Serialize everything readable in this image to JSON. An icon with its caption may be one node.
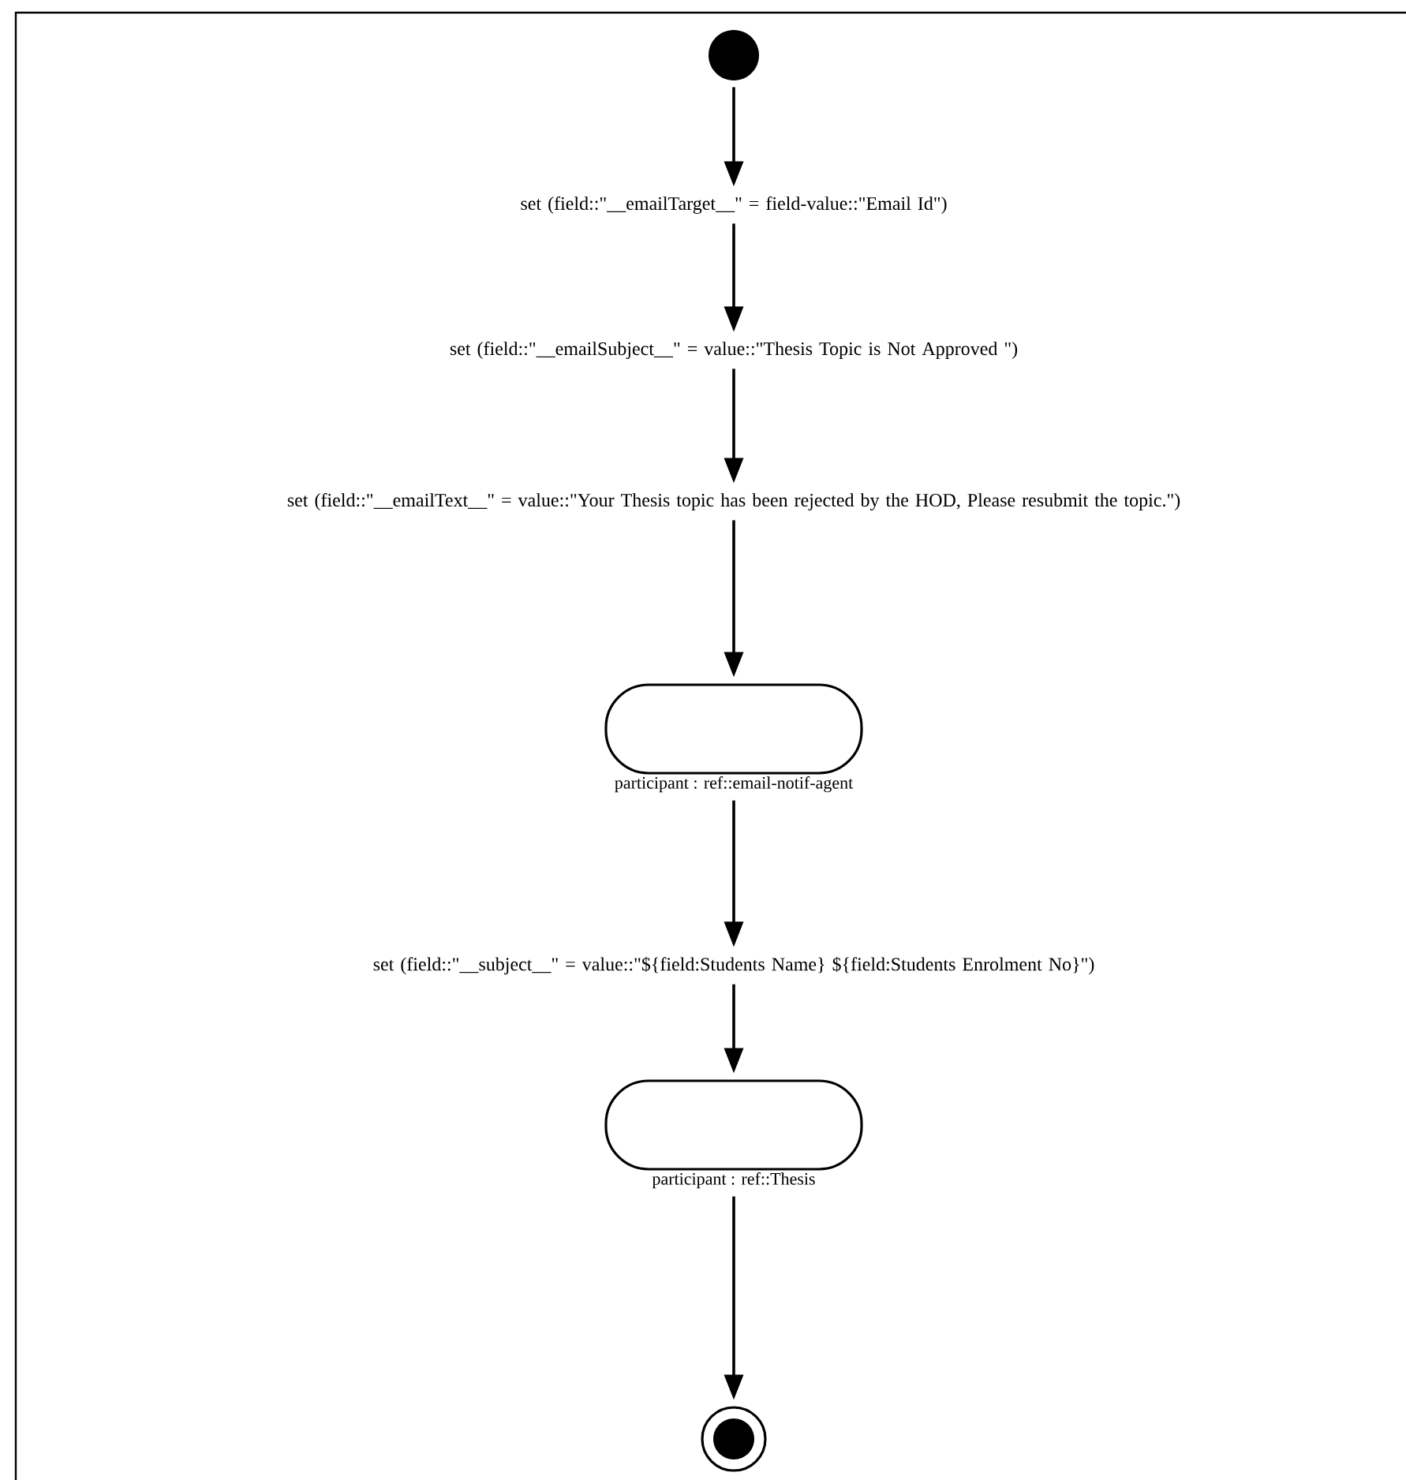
{
  "diagram": {
    "nodes": [
      {
        "text": [],
        "shape": "circle"
      },
      {
        "text": [
          "set (field::\"__emailTarget__\" = field-value::\"Email Id\")"
        ]
      },
      {
        "text": [
          "set (field::\"__emailSubject__\" = value::\"Thesis Topic is Not Approved \")"
        ]
      },
      {
        "text": [
          "set (field::\"__emailText__\" = value::\"Your Thesis topic has been rejected by the HOD, Please resubmit the topic.\")"
        ]
      },
      {
        "text": [],
        "shape": "box",
        "beside": [
          "participant : ref::email-notif-agent"
        ]
      },
      {
        "text": [
          "set (field::\"__subject__\" = value::\"${field:Students Name} ${field:Students Enrolment No}\")"
        ]
      },
      {
        "text": [],
        "shape": "box",
        "beside": [
          "participant : ref::Thesis"
        ]
      },
      {
        "text": [],
        "shape": "circle"
      }
    ],
    "edges": [
      {
        "from": 0,
        "to": 1,
        "arrow": "to"
      },
      {
        "from": 1,
        "to": 2,
        "arrow": "to"
      },
      {
        "from": 2,
        "to": 3,
        "arrow": "to"
      },
      {
        "from": 3,
        "to": 4,
        "arrow": "to"
      },
      {
        "from": 4,
        "to": 5,
        "arrow": "to"
      },
      {
        "from": 5,
        "to": 6,
        "arrow": "to"
      },
      {
        "from": 6,
        "to": 7,
        "arrow": "to"
      }
    ]
  }
}
